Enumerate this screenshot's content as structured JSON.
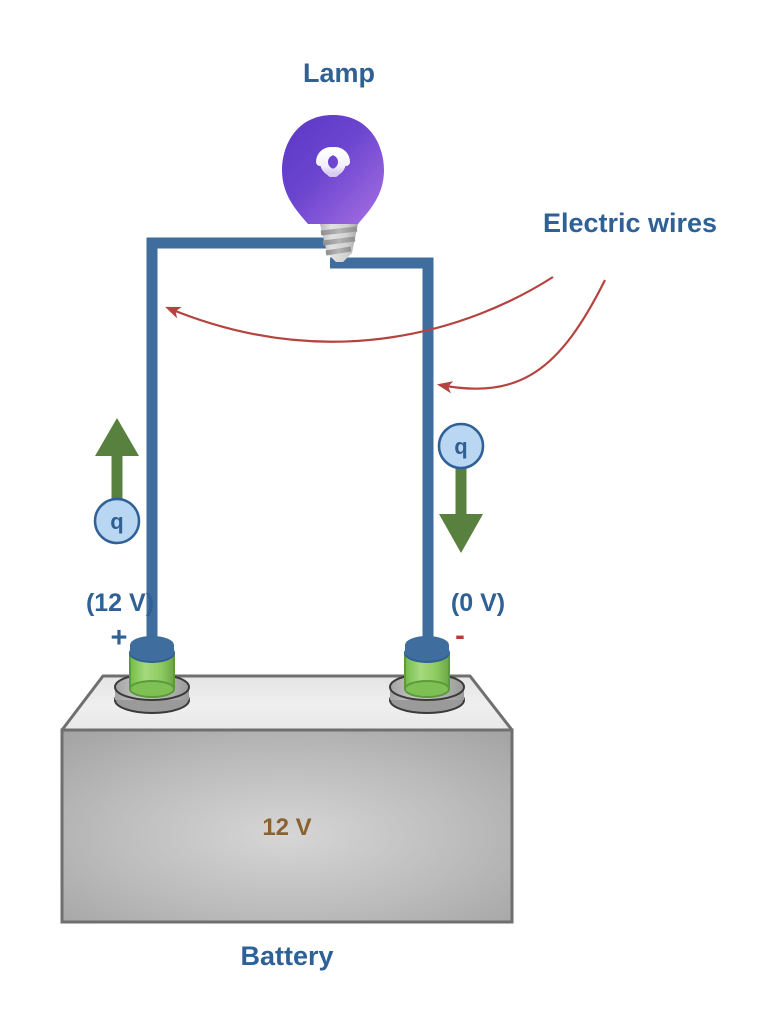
{
  "diagram": {
    "title_hidden": "Simple electric circuit: battery, wires and lamp",
    "background_color": "#ffffff",
    "labels": {
      "lamp": "Lamp",
      "electric_wires": "Electric wires",
      "battery": "Battery",
      "battery_voltage": "12 V",
      "left_terminal_voltage": "(12 V)",
      "right_terminal_voltage": "(0 V)",
      "plus_sign": "+",
      "minus_sign": "-",
      "charge_left": "q",
      "charge_right": "q"
    },
    "colors": {
      "label_blue": "#2f6196",
      "wire_blue": "#3e6d9e",
      "arrow_red": "#b5433f",
      "charge_arrow_green": "#58803f",
      "charge_circle_fill": "#b9d6f2",
      "charge_circle_stroke": "#2f6196",
      "bulb_purple_dark": "#5b3fc4",
      "bulb_purple_light": "#a06fe0",
      "bulb_base_gray": "#cfcfcf",
      "battery_top_gray": "#ececec",
      "battery_front_gray": "#b0b0b0",
      "battery_outline_gray": "#6f6f6f",
      "terminal_green": "#8fcf63",
      "terminal_cap_blue": "#3e6d9e",
      "battery_voltage_brown": "#8a6232",
      "minus_red": "#b5433f"
    },
    "elements": {
      "lamp_label_pos": "top-center",
      "wires_label_pos": "top-right",
      "battery_label_pos": "bottom-center",
      "charge_left_direction": "up",
      "charge_right_direction": "down",
      "current_annotation_arrows": 2
    }
  }
}
